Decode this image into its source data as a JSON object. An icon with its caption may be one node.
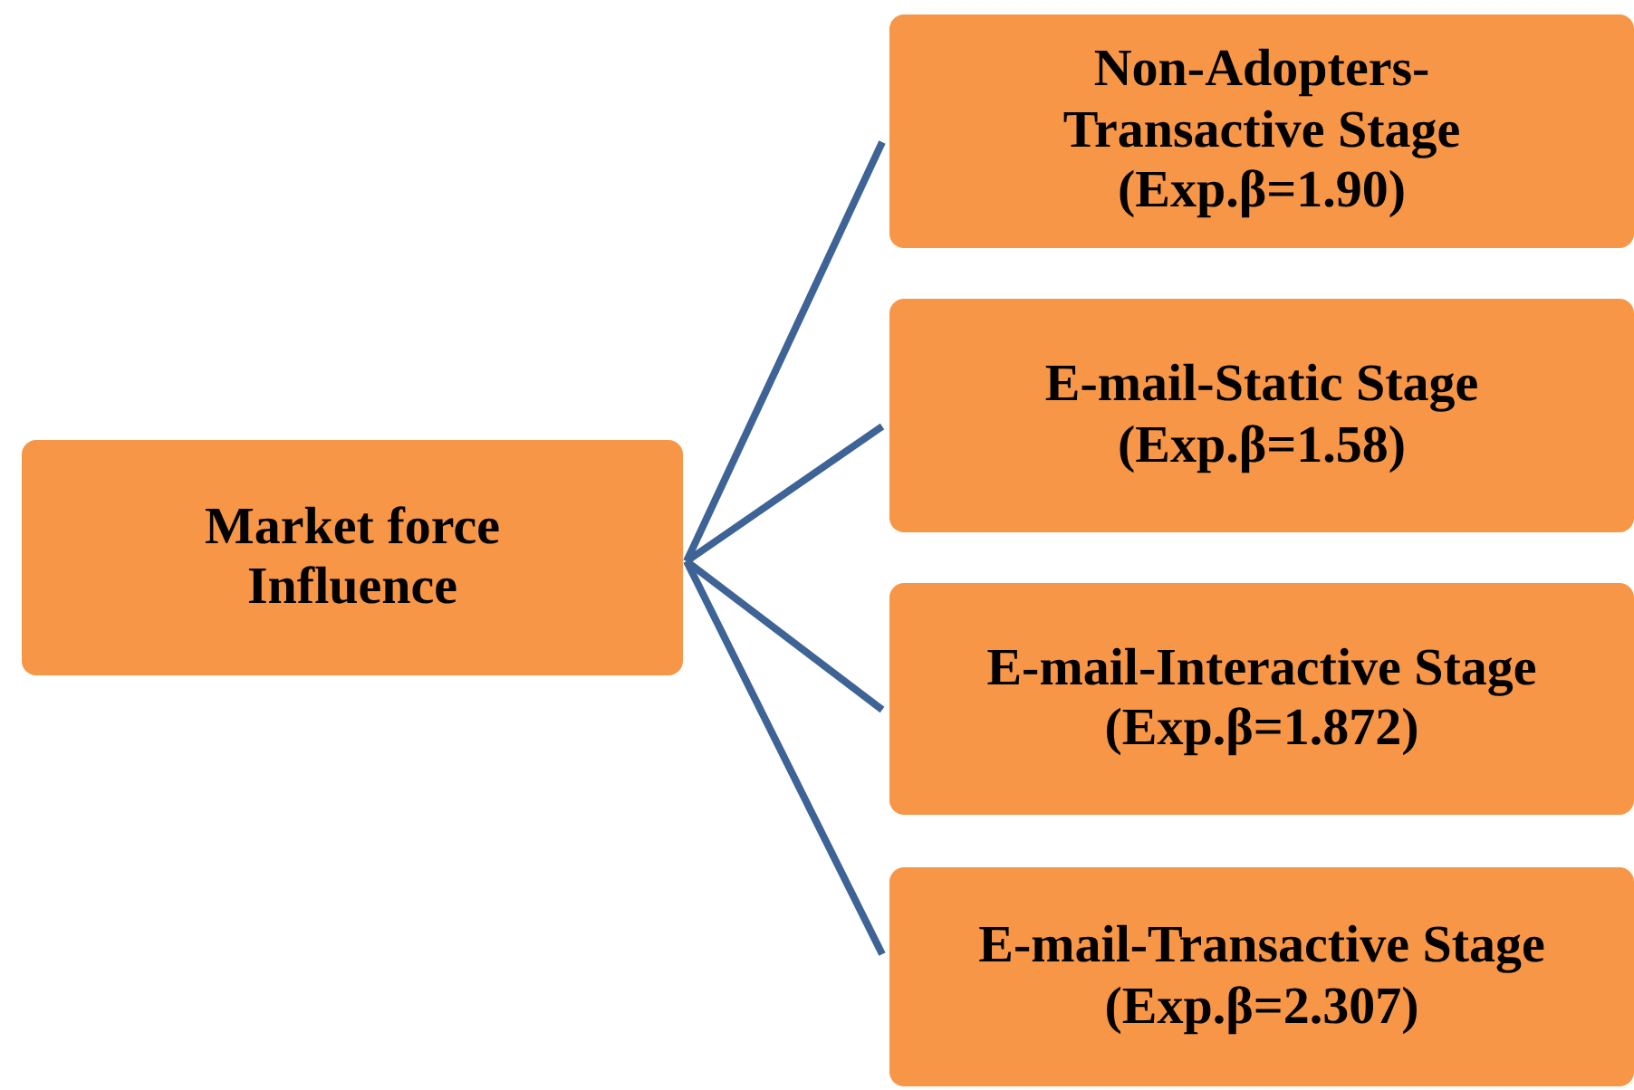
{
  "diagram": {
    "nodes": [
      {
        "text": [
          "Market force Influence"
        ]
      },
      {
        "text": [
          "Non-Adopters-Transactive Stage (Exp.β=1.90)"
        ]
      },
      {
        "text": [
          "E-mail-Static Stage (Exp.β=1.58)"
        ]
      },
      {
        "text": [
          "E-mail-Interactive Stage (Exp.β=1.872)"
        ]
      },
      {
        "text": [
          "E-mail-Transactive Stage (Exp.β=2.307)"
        ]
      }
    ],
    "edges": [
      {
        "from": 0,
        "to": 1,
        "arrow": "none"
      },
      {
        "from": 0,
        "to": 2,
        "arrow": "none"
      },
      {
        "from": 0,
        "to": 3,
        "arrow": "none"
      },
      {
        "from": 0,
        "to": 4,
        "arrow": "none"
      }
    ]
  }
}
